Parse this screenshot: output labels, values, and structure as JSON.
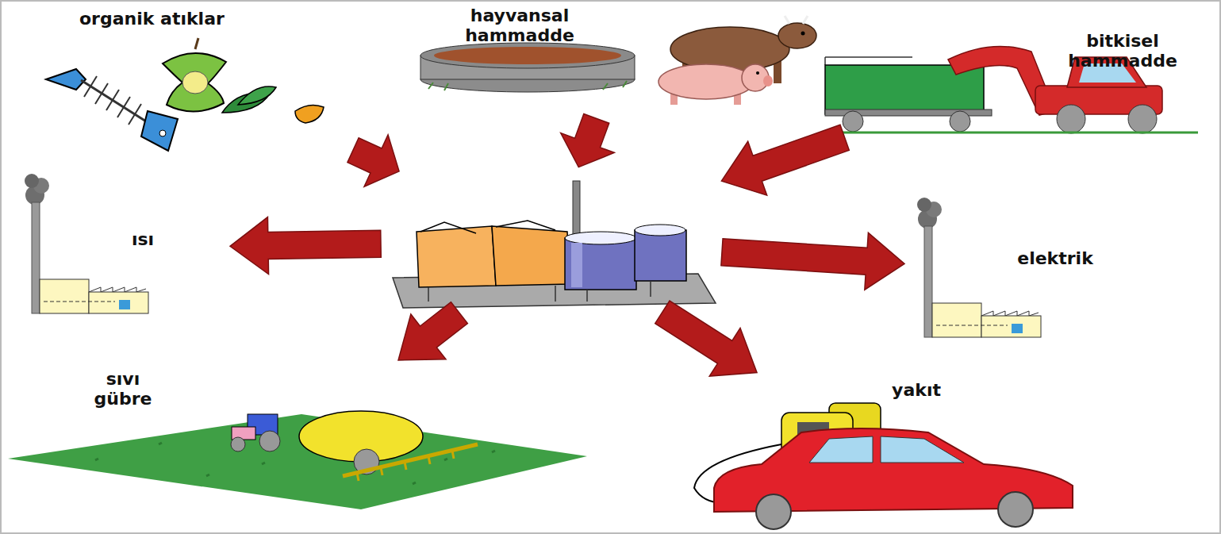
{
  "diagram": {
    "nodes": [
      {
        "text": [
          "organik atıklar"
        ]
      },
      {
        "text": [
          "hayvansal hammadde"
        ]
      },
      {
        "text": [
          "bitkisel hammadde"
        ]
      },
      {
        "text": []
      },
      {
        "text": [
          "ısı"
        ]
      },
      {
        "text": [
          "elektrik"
        ]
      },
      {
        "text": [
          "sıvı gübre"
        ]
      },
      {
        "text": [
          "yakıt"
        ]
      }
    ],
    "edges": [
      {
        "from": 0,
        "to": 3,
        "arrow": "to"
      },
      {
        "from": 1,
        "to": 3,
        "arrow": "to"
      },
      {
        "from": 2,
        "to": 3,
        "arrow": "to"
      },
      {
        "from": 3,
        "to": 4,
        "arrow": "to"
      },
      {
        "from": 3,
        "to": 5,
        "arrow": "to"
      },
      {
        "from": 3,
        "to": 6,
        "arrow": "to"
      },
      {
        "from": 3,
        "to": 7,
        "arrow": "to"
      }
    ]
  }
}
